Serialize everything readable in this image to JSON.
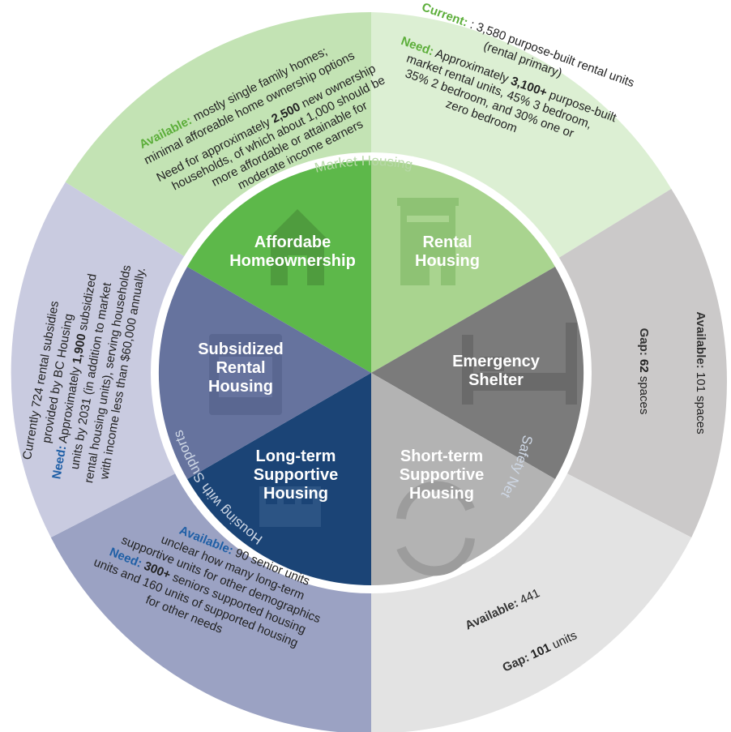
{
  "segments": {
    "homeownership": {
      "title_1": "Affordabe",
      "title_2": "Homeownership",
      "icon": "house-icon"
    },
    "rental": {
      "title_1": "Rental",
      "title_2": "Housing",
      "icon": "building-icon"
    },
    "emergency": {
      "title_1": "Emergency",
      "title_2": "Shelter",
      "icon": "bed-icon"
    },
    "short_term": {
      "title_1": "Short-term",
      "title_2": "Supportive",
      "title_3": "Housing",
      "icon": "cycle-home-icon"
    },
    "long_term": {
      "title_1": "Long-term",
      "title_2": "Supportive",
      "title_3": "Housing",
      "icon": "apartment-icon"
    },
    "subsidized": {
      "title_1": "Subsidized",
      "title_2": "Rental",
      "title_3": "Housing",
      "icon": "subsidized-home-icon"
    }
  },
  "ring_labels": {
    "market": "Market Housing",
    "safety": "Safety Net",
    "supports": "Housing with Supports"
  },
  "outer": {
    "homeownership": {
      "available_label": "Available:",
      "available_text": " mostly single family homes;",
      "line2": "minimal afforeable home ownership options",
      "need_pre": "Need for approximately ",
      "need_num": "2,500",
      "need_post": " new ownership",
      "line4": "households, of which about 1,000 should be",
      "line5": "more affordable or attainable for",
      "line6": "moderate income earners"
    },
    "rental": {
      "current_label": "Current:",
      "current_text": " : 3,580 purpose-built rental units",
      "current_line2": "(rental primary)",
      "need_label": "Need:",
      "need_pre": " Approximately ",
      "need_num": "3,100+",
      "need_post": " purpose-built",
      "line4": "market rental units, 45% 3 bedroom,",
      "line5": "35% 2 bedroom, and 30% one or",
      "line6": "zero bedroom"
    },
    "emergency": {
      "available_label": "Available:",
      "available_text": " 101 spaces",
      "gap_label": "Gap:",
      "gap_num": " 62",
      "gap_post": " spaces"
    },
    "short_term": {
      "available_label": "Available:",
      "available_text": " 441",
      "gap_label": "Gap:",
      "gap_num": " 101",
      "gap_post": " units"
    },
    "long_term": {
      "available_label": "Available:",
      "available_text": " 90 senior units",
      "line2": "unclear how many long-term",
      "line3": "supportive units for other demographics",
      "need_label": "Need:",
      "need_num": " 300+",
      "need_post": " seniors supported housing",
      "line5": "units and 160 units of supported housing",
      "line6": "for other needs"
    },
    "subsidized": {
      "line1": "Currently 724 rental subsidies",
      "line2": "provided by BC Housing",
      "need_label": "Need:",
      "need_pre": " Approximately ",
      "need_num": "1,900",
      "need_post": " subsidized",
      "line4": "units by 2031 (in addition to market",
      "line5": "rental housing units), serving households",
      "line6": "with income less than $60,000 annually."
    }
  },
  "colors": {
    "homeownership_inner": "#5db84a",
    "rental_inner": "#a9d48f",
    "emergency_inner": "#7b7b7b",
    "short_term_inner": "#b3b3b3",
    "long_term_inner": "#1b4476",
    "subsidized_inner": "#66739e",
    "outer_green": "#c3e3b4",
    "outer_lightgreen": "#dcefd3",
    "outer_gray": "#cbc9c9",
    "outer_lightgray": "#e3e3e3",
    "outer_lavender": "#9ba2c3",
    "outer_lightlavender": "#c9cbe0",
    "ring": "#ffffff"
  }
}
